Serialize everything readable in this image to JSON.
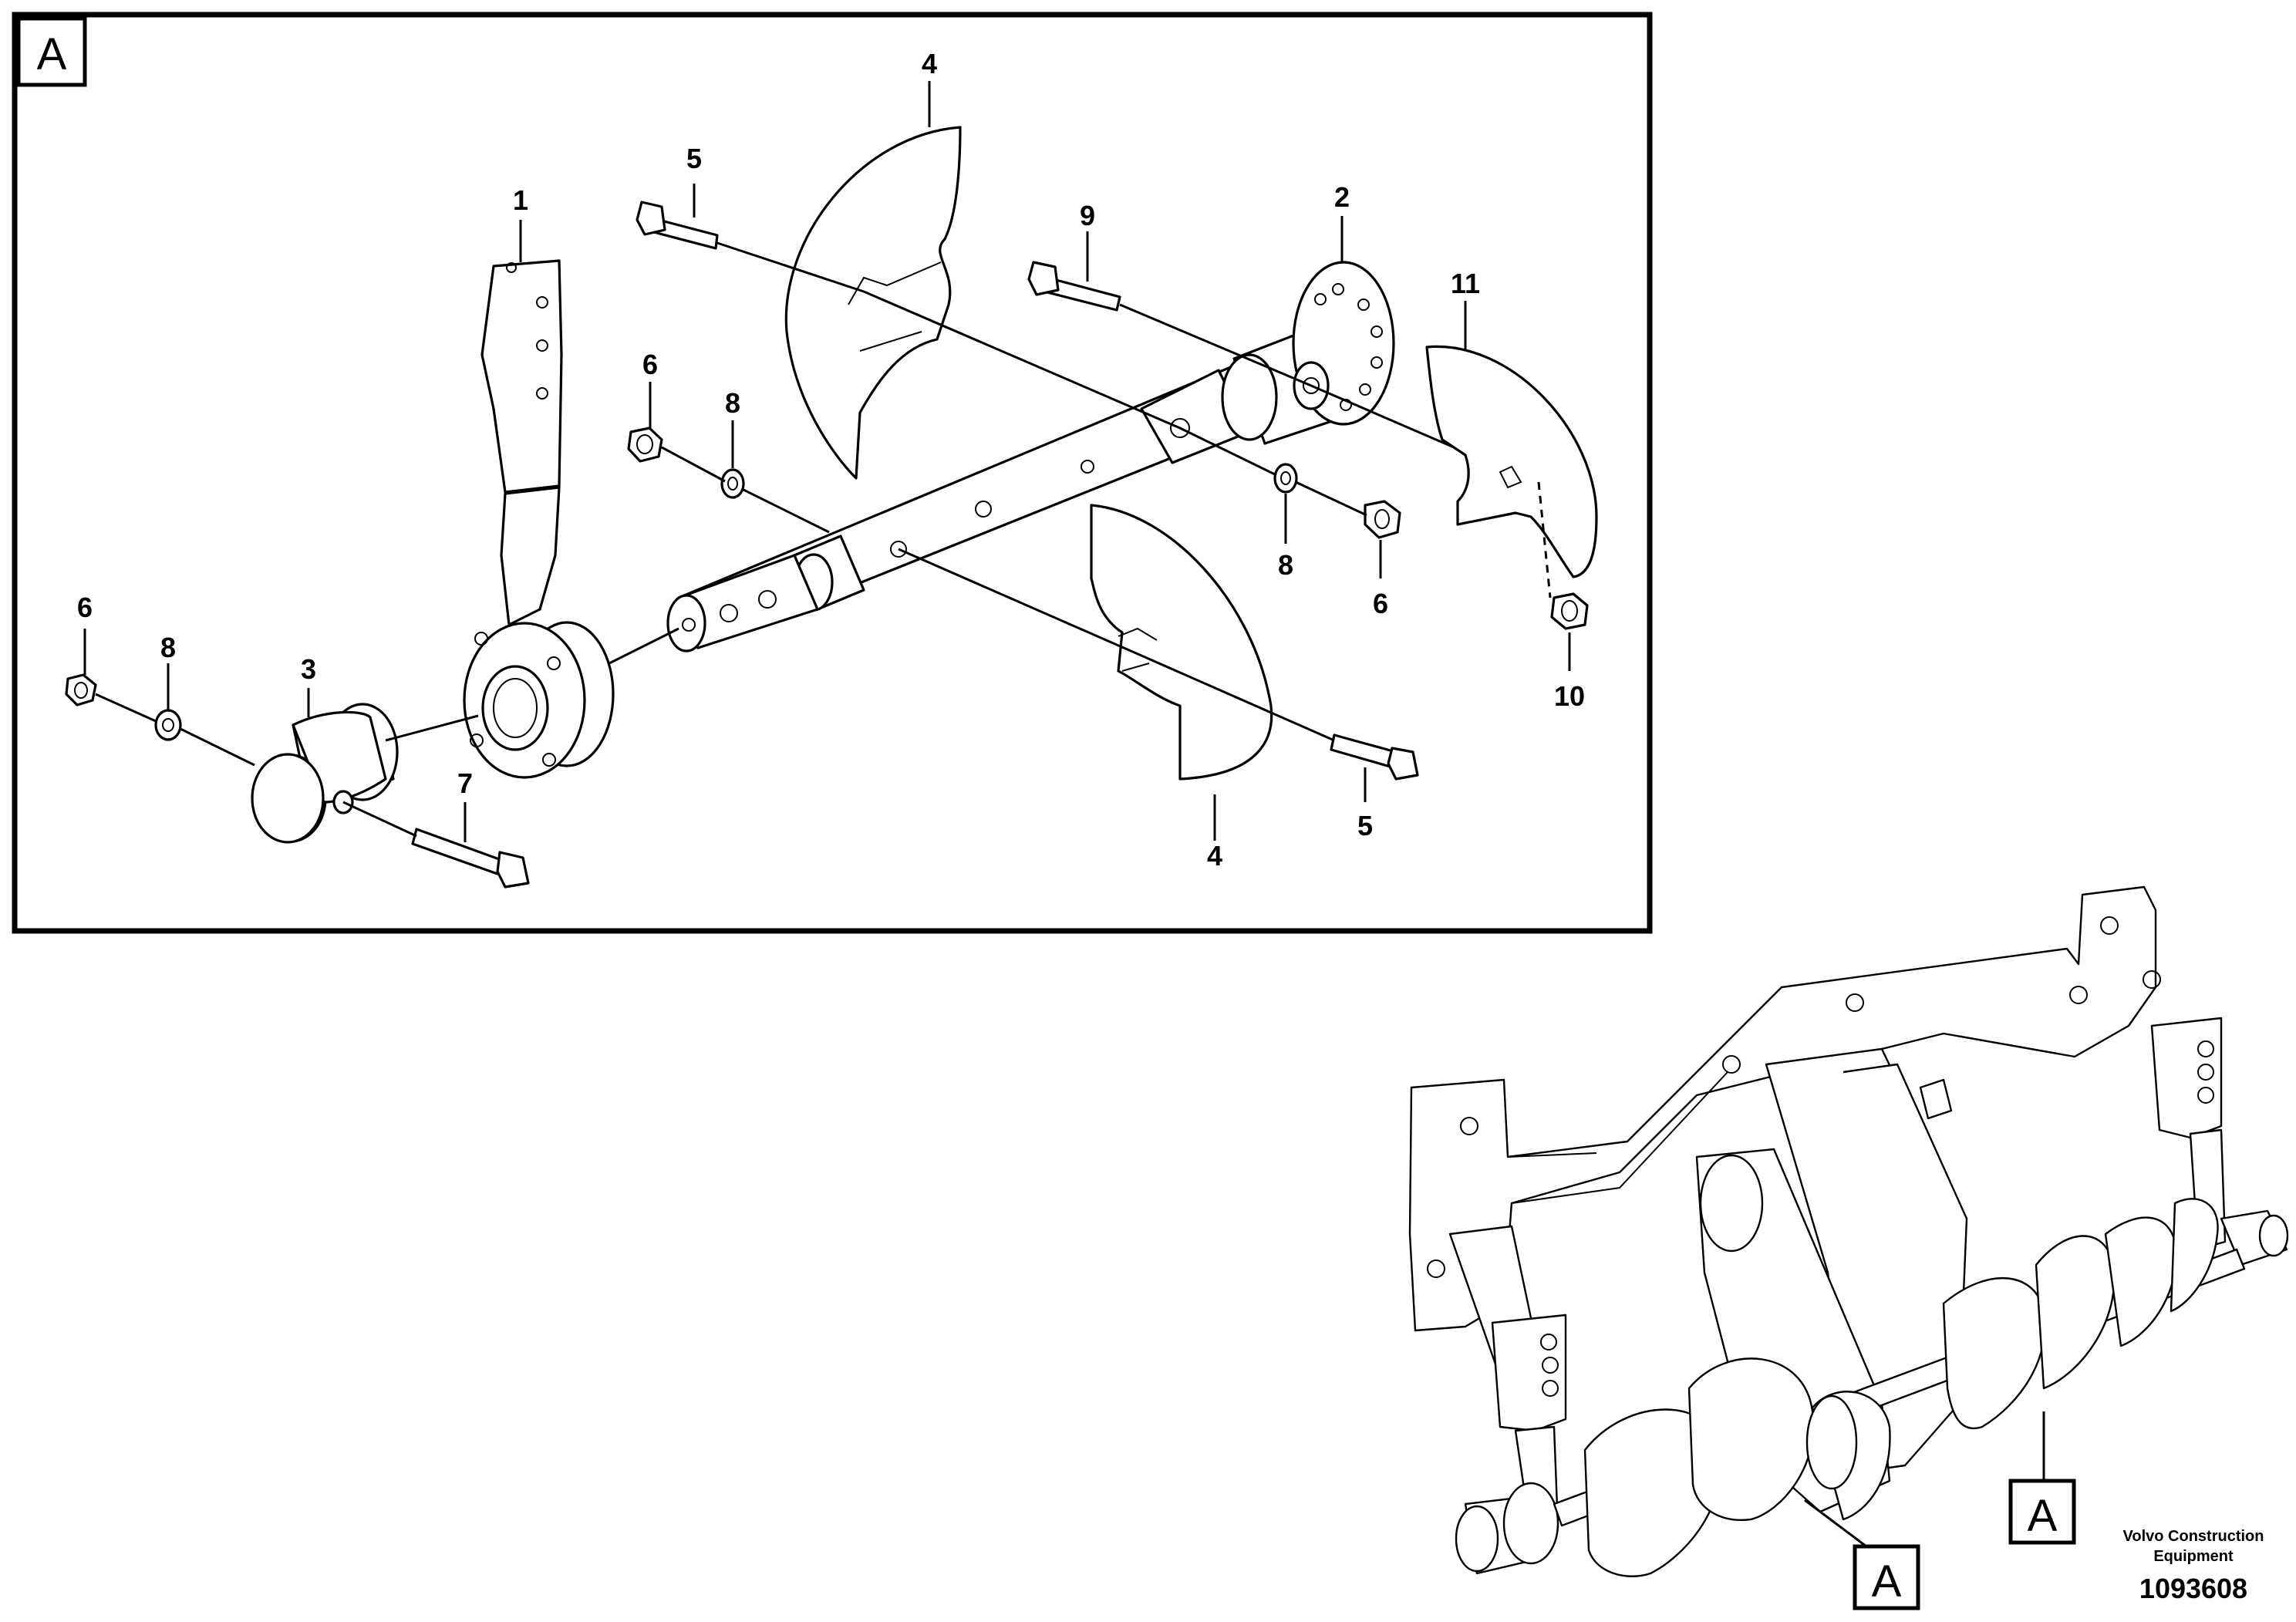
{
  "detail_view": {
    "tag": "A",
    "callouts": [
      {
        "id": "c1",
        "label": "1"
      },
      {
        "id": "c2",
        "label": "2"
      },
      {
        "id": "c3",
        "label": "3"
      },
      {
        "id": "c4a",
        "label": "4"
      },
      {
        "id": "c4b",
        "label": "4"
      },
      {
        "id": "c5a",
        "label": "5"
      },
      {
        "id": "c5b",
        "label": "5"
      },
      {
        "id": "c6a",
        "label": "6"
      },
      {
        "id": "c6b",
        "label": "6"
      },
      {
        "id": "c6c",
        "label": "6"
      },
      {
        "id": "c7",
        "label": "7"
      },
      {
        "id": "c8a",
        "label": "8"
      },
      {
        "id": "c8b",
        "label": "8"
      },
      {
        "id": "c8c",
        "label": "8"
      },
      {
        "id": "c9",
        "label": "9"
      },
      {
        "id": "c10",
        "label": "10"
      },
      {
        "id": "c11",
        "label": "11"
      }
    ]
  },
  "overview": {
    "tags": [
      "A",
      "A"
    ]
  },
  "footer": {
    "company_line1": "Volvo Construction",
    "company_line2": "Equipment",
    "drawing_number": "1093608"
  }
}
